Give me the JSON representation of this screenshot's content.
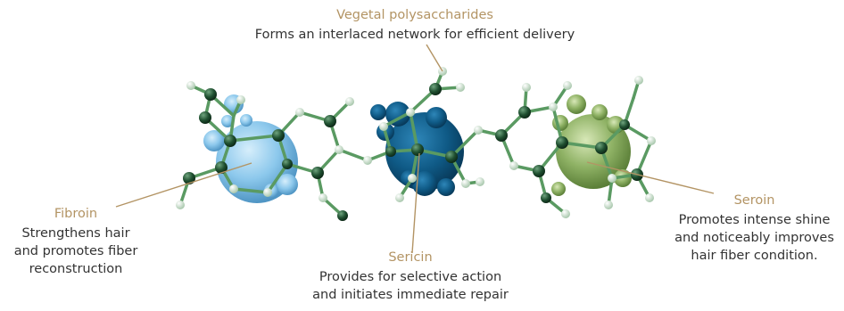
{
  "labels": {
    "vegetal": {
      "title": "Vegetal polysaccharides",
      "desc": "Forms an interlaced network for efficient delivery"
    },
    "fibroin": {
      "title": "Fibroin",
      "desc_lines": [
        "Strengthens hair",
        "and promotes fiber",
        "reconstruction"
      ]
    },
    "sericin": {
      "title": "Sericin",
      "desc_lines": [
        "Provides for selective action",
        "and initiates immediate repair"
      ]
    },
    "seroin": {
      "title": "Seroin",
      "desc_lines": [
        "Promotes intense shine",
        "and noticeably improves",
        "hair fiber condition."
      ]
    }
  },
  "colors": {
    "title_gold": "#b39464",
    "text": "#333333",
    "fibroin_blue": "#8cc8ec",
    "sericin_blue": "#0f5a86",
    "seroin_green": "#8fb265",
    "atom_dark": "#1f4f30",
    "bond_green": "#5a9a62",
    "leader_line": "#b39464"
  }
}
